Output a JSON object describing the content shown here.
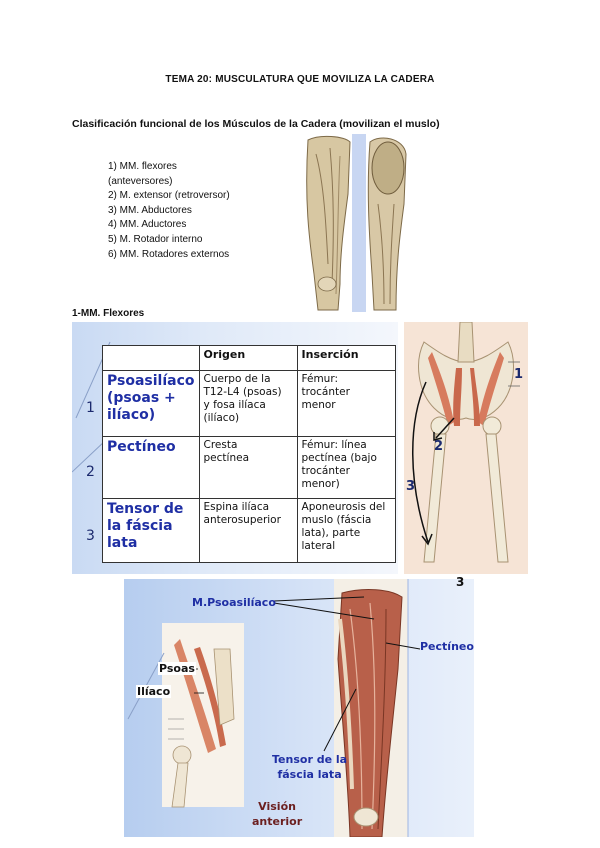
{
  "title": "TEMA 20: MUSCULATURA QUE MOVILIZA LA CADERA",
  "subtitle": "Clasificación funcional de los Músculos de la Cadera (movilizan el muslo)",
  "classification": [
    "1) MM. flexores",
    "(anteversores)",
    "2) M. extensor (retroversor)",
    "3) MM. Abductores",
    "4) MM. Aductores",
    "5) M. Rotador interno",
    "6) MM. Rotadores externos"
  ],
  "section_heading": "1-MM. Flexores",
  "table": {
    "headers": [
      "Origen",
      "Inserción"
    ],
    "rows": [
      {
        "num": "1",
        "name_lines": [
          "Psoasilíaco",
          "(psoas +",
          "ilíaco)"
        ],
        "origen_lines": [
          "Cuerpo de la",
          "T12-L4 (psoas)",
          "y fosa ilíaca",
          "(ilíaco)"
        ],
        "insercion_lines": [
          "Fémur:",
          "trocánter",
          "menor"
        ]
      },
      {
        "num": "2",
        "name_lines": [
          "Pectíneo"
        ],
        "origen_lines": [
          "Cresta",
          "pectínea"
        ],
        "insercion_lines": [
          "Fémur: línea",
          "pectínea (bajo",
          "trocánter",
          "menor)"
        ]
      },
      {
        "num": "3",
        "name_lines": [
          "Tensor de",
          "la fáscia",
          "lata"
        ],
        "origen_lines": [
          "Espina ilíaca",
          "anterosuperior"
        ],
        "insercion_lines": [
          "Aponeurosis del",
          "muslo (fáscia",
          "lata), parte",
          "lateral"
        ]
      }
    ]
  },
  "hip_figure_labels": [
    "1",
    "2",
    "3"
  ],
  "slide2": {
    "corner_number": "3",
    "labels": {
      "psoasiliaco": "M.Psoasilíaco",
      "pectineo": "Pectíneo",
      "psoas": "Psoas",
      "iliaco": "Ilíaco",
      "tensor_line1": "Tensor de la",
      "tensor_line2": "fáscia lata",
      "vision_line1": "Visión",
      "vision_line2": "anterior"
    }
  }
}
